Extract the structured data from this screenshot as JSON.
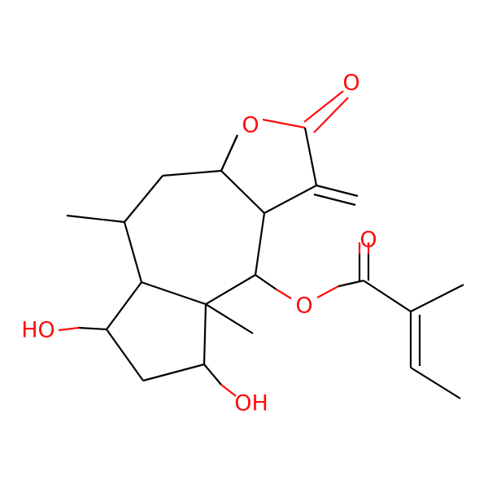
{
  "colors": {
    "carbon": "#000000",
    "oxygen": "#ff0d0d",
    "background": "#ffffff"
  },
  "atoms": [
    {
      "id": "O_lactone",
      "text": "O"
    },
    {
      "id": "O_carbonyl",
      "text": "O"
    },
    {
      "id": "O_ester_carbonyl",
      "text": "O"
    },
    {
      "id": "O_ester",
      "text": "O"
    },
    {
      "id": "OH_left",
      "text": "HO"
    },
    {
      "id": "OH_bottom",
      "text": "OH"
    }
  ]
}
